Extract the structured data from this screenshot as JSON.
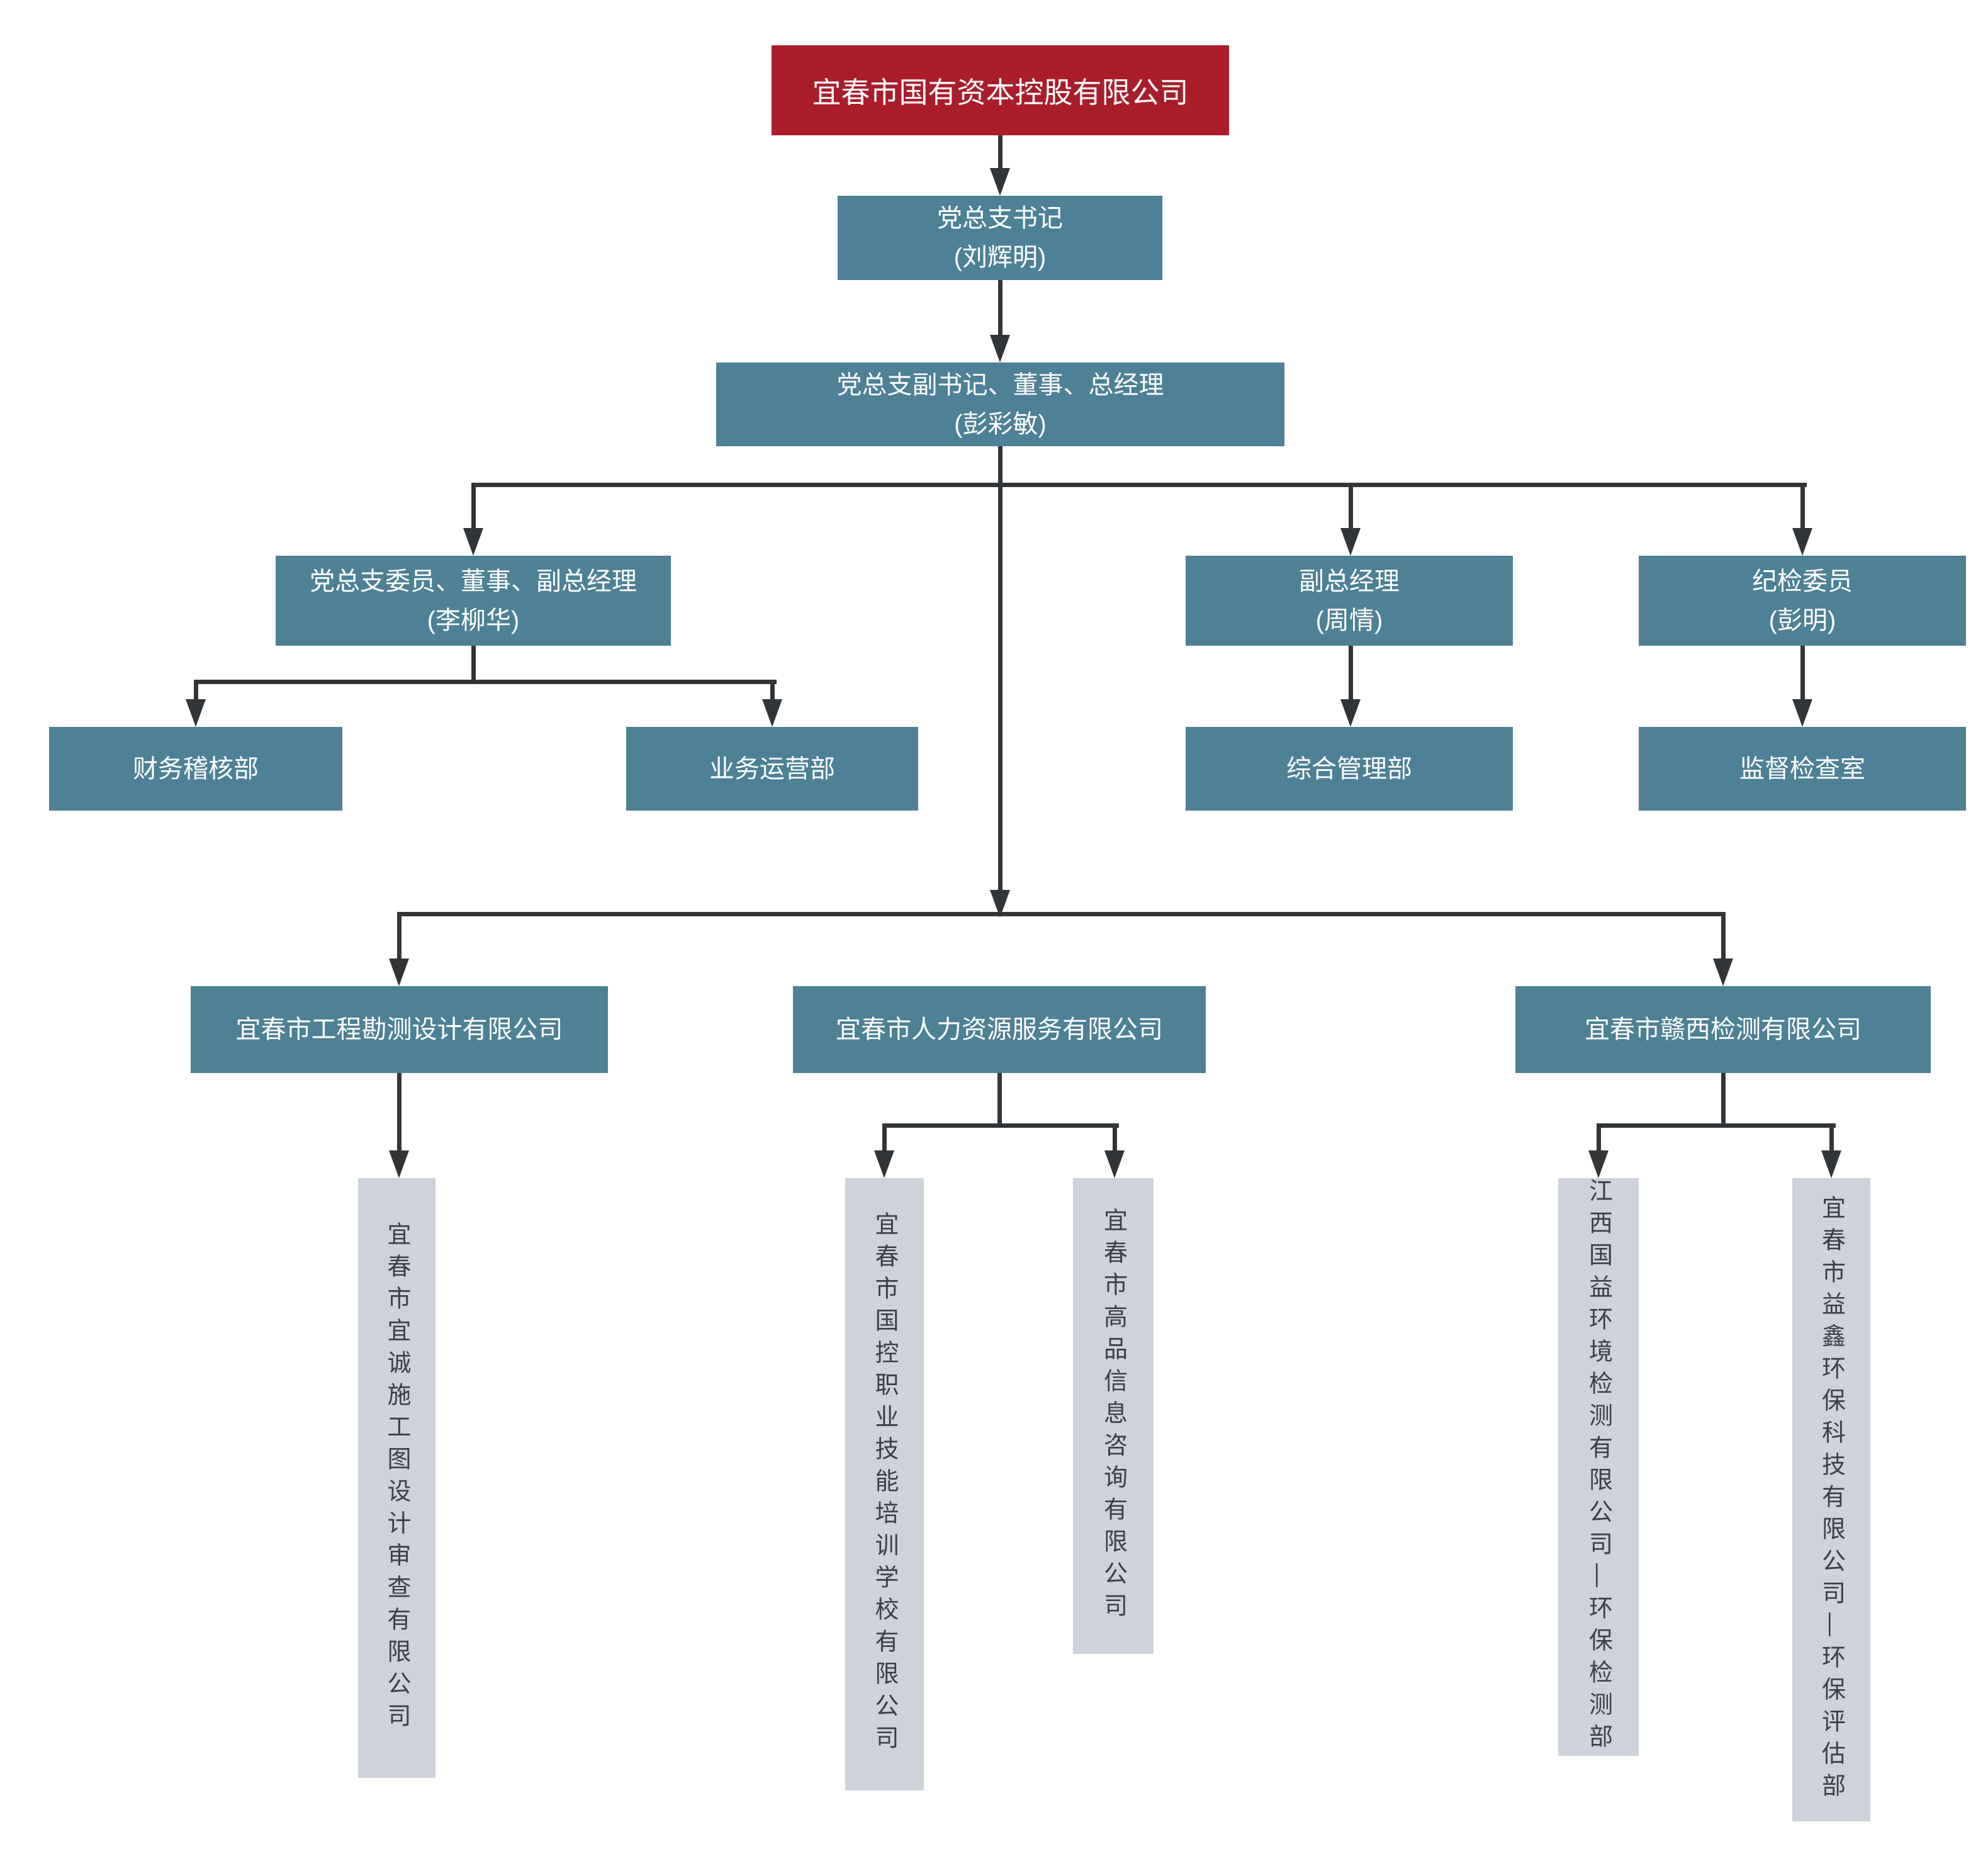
{
  "colors": {
    "root_bg": "#A91D2B",
    "node_bg": "#4E8096",
    "subsidiary_bg": "#CED2DA",
    "line": "#313538",
    "node_text": "#FFFFFF",
    "subsidiary_text": "#3B4047"
  },
  "nodes": {
    "root": {
      "label": "宜春市国有资本控股有限公司"
    },
    "party_secretary": {
      "title": "党总支书记",
      "person": "(刘辉明)"
    },
    "deputy_secretary": {
      "title": "党总支副书记、董事、总经理",
      "person": "(彭彩敏)"
    },
    "committee_member": {
      "title": "党总支委员、董事、副总经理",
      "person": "(李柳华)"
    },
    "vice_gm": {
      "title": "副总经理",
      "person": "(周情)"
    },
    "discipline_inspector": {
      "title": "纪检委员",
      "person": "(彭明)"
    },
    "finance_audit_dept": {
      "label": "财务稽核部"
    },
    "business_operations_dept": {
      "label": "业务运营部"
    },
    "general_management_dept": {
      "label": "综合管理部"
    },
    "supervision_office": {
      "label": "监督检查室"
    },
    "survey_design_co": {
      "label": "宜春市工程勘测设计有限公司"
    },
    "hr_service_co": {
      "label": "宜春市人力资源服务有限公司"
    },
    "ganxi_testing_co": {
      "label": "宜春市赣西检测有限公司"
    },
    "yicheng_review_co": {
      "label": "宜春市宜诚施工图设计审查有限公司"
    },
    "guokong_training_school": {
      "label": "宜春市国控职业技能培训学校有限公司"
    },
    "gaopin_consulting_co": {
      "label": "宜春市高品信息咨询有限公司"
    },
    "guoyi_env_testing": {
      "label": "江西国益环境检测有限公司—环保检测部"
    },
    "yixin_env_tech": {
      "label": "宜春市益鑫环保科技有限公司—环保评估部"
    }
  }
}
